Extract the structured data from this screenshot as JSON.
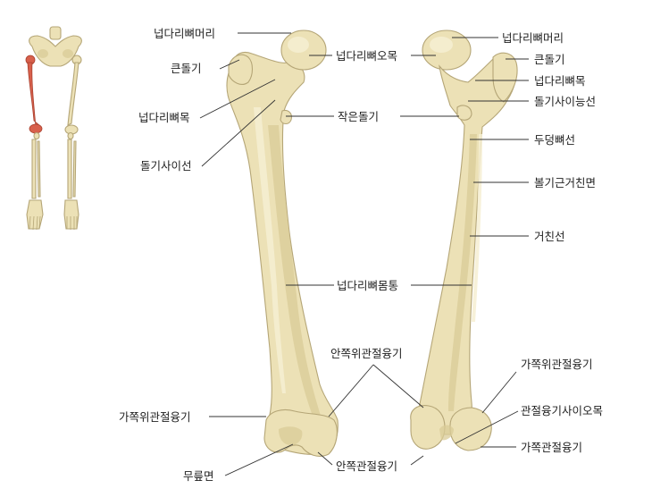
{
  "labels": {
    "anterior_head": "넙다리뼈머리",
    "anterior_greater_trochanter": "큰돌기",
    "anterior_neck": "넙다리뼈목",
    "anterior_intertrochanteric_line": "돌기사이선",
    "neck_notch": "넙다리뼈오목",
    "lesser_trochanter": "작은돌기",
    "shaft": "넙다리뼈몸통",
    "medial_epicondyle": "안쪽위관절융기",
    "anterior_lateral_epicondyle": "가쪽위관절융기",
    "patellar_surface": "무릎면",
    "medial_condyle": "안쪽관절융기",
    "posterior_head": "넙다리뼈머리",
    "posterior_greater_trochanter": "큰돌기",
    "posterior_neck": "넙다리뼈목",
    "intertrochanteric_crest": "돌기사이능선",
    "pectineal_line": "두덩뼈선",
    "gluteal_tuberosity": "볼기근거친면",
    "linea_aspera": "거친선",
    "posterior_lateral_epicondyle": "가쪽위관절융기",
    "intercondylar_fossa": "관절융기사이오목",
    "lateral_condyle": "가쪽관절융기"
  },
  "colors": {
    "bone": "#ece1b6",
    "bone_outline": "#b5a677",
    "highlight_femur": "#d8604c",
    "leader_line": "#333333"
  }
}
